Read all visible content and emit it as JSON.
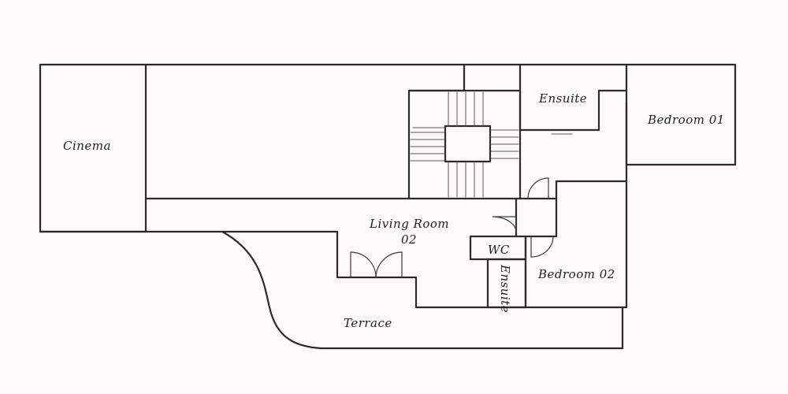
{
  "rooms": {
    "cinema": "Cinema",
    "ensuite_top": "Ensuite",
    "bedroom_01": "Bedroom 01",
    "living_room_line1": "Living Room",
    "living_room_line2": "02",
    "wc": "WC",
    "ensuite_vertical": "Ensuite",
    "bedroom_02": "Bedroom 02",
    "terrace": "Terrace"
  },
  "colors": {
    "background": "#fcfbf7",
    "line": "#2b2b2b"
  }
}
